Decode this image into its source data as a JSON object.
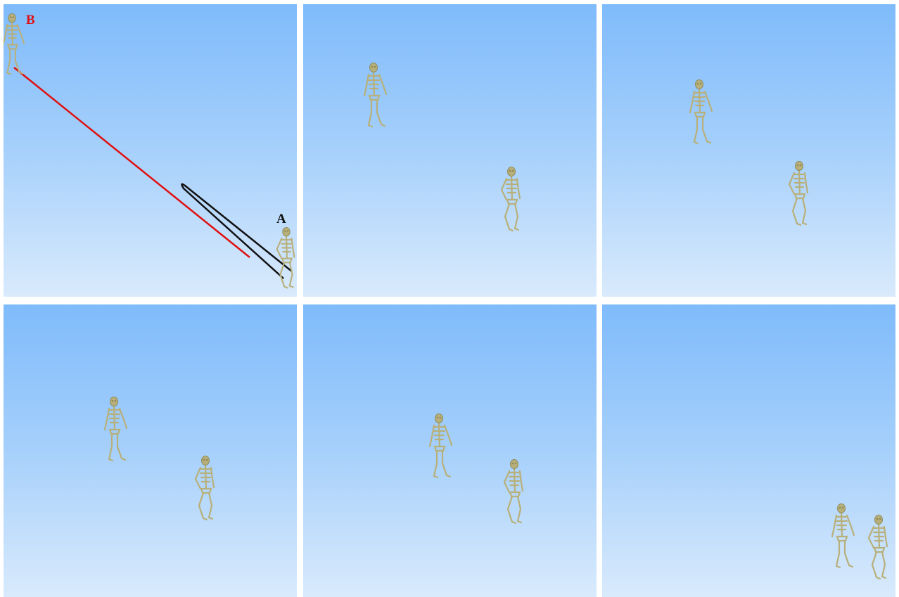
{
  "panel_1": {
    "label_b": "B",
    "label_a": "A",
    "colors": {
      "path_b": "#e01010",
      "path_a": "#111111"
    }
  },
  "colors": {
    "sky_top": "#7fbbfb",
    "sky_bottom": "#d9eafc",
    "skeleton": "#b8b07a",
    "skeleton_joint": "#8f8a58"
  },
  "panels": [
    {
      "name": "frame-1",
      "figures": [
        "walking-skeleton",
        "walking-skeleton"
      ]
    },
    {
      "name": "frame-2",
      "figures": [
        "walking-skeleton",
        "walking-skeleton"
      ]
    },
    {
      "name": "frame-3",
      "figures": [
        "walking-skeleton",
        "walking-skeleton"
      ]
    },
    {
      "name": "frame-4",
      "figures": [
        "walking-skeleton",
        "walking-skeleton"
      ]
    },
    {
      "name": "frame-5",
      "figures": [
        "walking-skeleton",
        "walking-skeleton"
      ]
    },
    {
      "name": "frame-6",
      "figures": [
        "walking-skeleton",
        "walking-skeleton"
      ]
    }
  ]
}
